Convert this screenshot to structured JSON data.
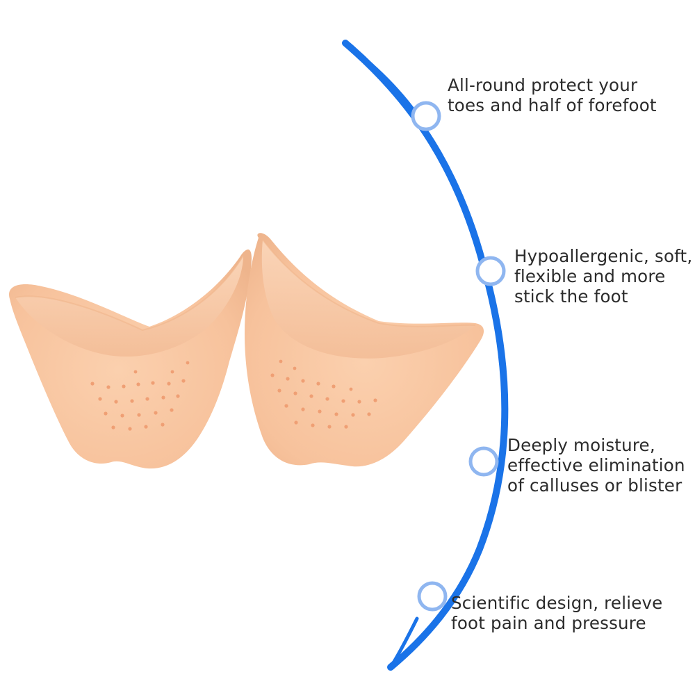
{
  "features": [
    {
      "text": "All-round protect your\ntoes and half of forefoot",
      "icon": "ring-marker-icon"
    },
    {
      "text": "Hypoallergenic, soft,\nflexible and more\nstick the foot",
      "icon": "ring-marker-icon"
    },
    {
      "text": "Deeply moisture,\neffective elimination\nof calluses or blister",
      "icon": "ring-marker-icon"
    },
    {
      "text": "Scientific design, relieve\nfoot pain and pressure",
      "icon": "ring-marker-icon"
    }
  ],
  "colors": {
    "arc": "#1a73e8",
    "ring_stroke": "#8fb6f0",
    "product_skin": "#f8c4a0",
    "text": "#2b2b2b"
  }
}
